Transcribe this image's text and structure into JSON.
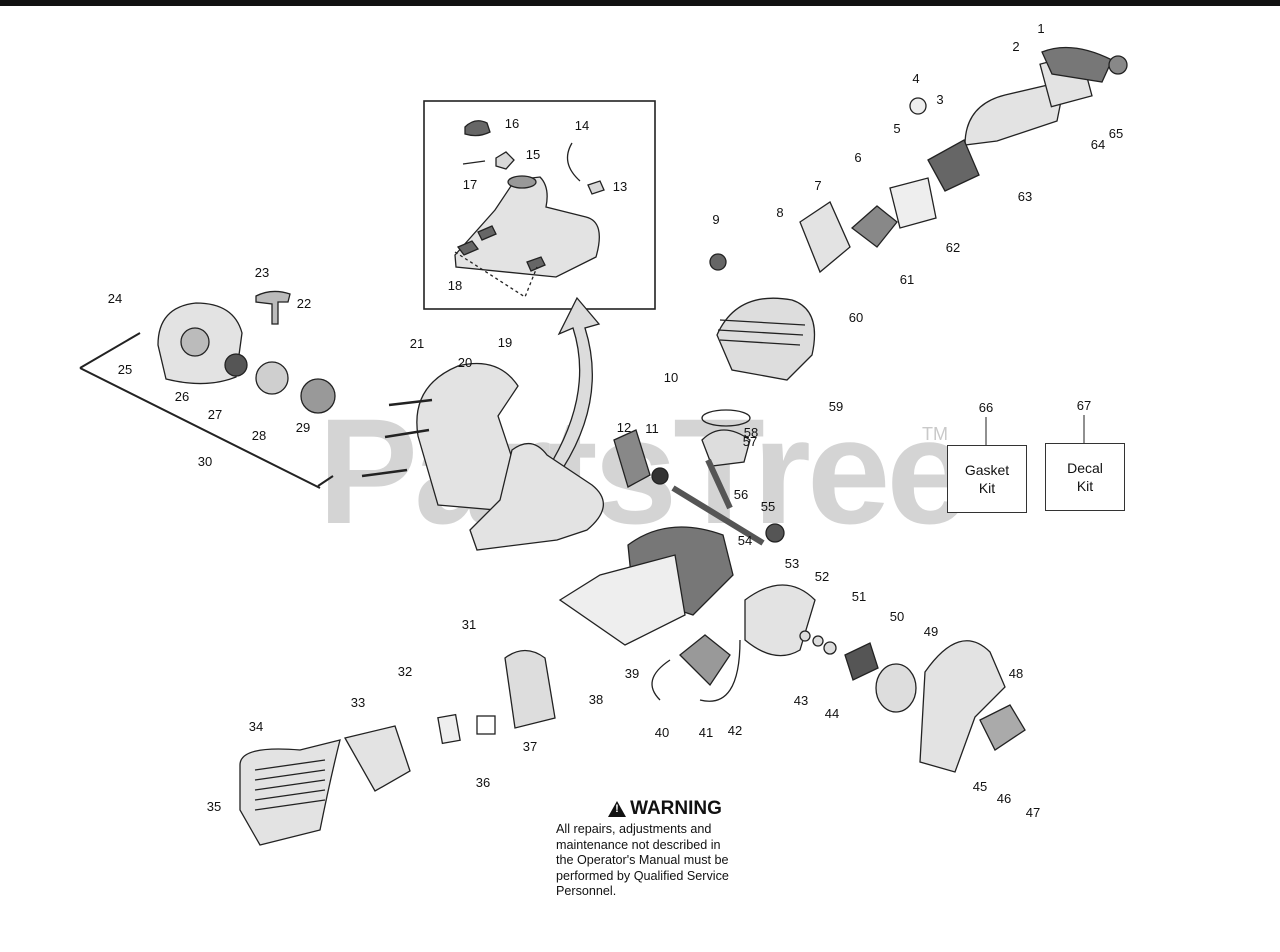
{
  "watermark": {
    "text": "PartsTree",
    "tm": "TM"
  },
  "kits": [
    {
      "number": "66",
      "label": "Gasket\nKit"
    },
    {
      "number": "67",
      "label": "Decal\nKit"
    }
  ],
  "warning": {
    "title": "WARNING",
    "body": "All repairs, adjustments and\nmaintenance not described in\nthe Operator's Manual must be\nperformed by Qualified Service\nPersonnel."
  },
  "callouts": [
    "1",
    "2",
    "3",
    "4",
    "5",
    "6",
    "7",
    "8",
    "9",
    "10",
    "11",
    "12",
    "13",
    "14",
    "15",
    "16",
    "17",
    "18",
    "19",
    "20",
    "21",
    "22",
    "23",
    "24",
    "25",
    "26",
    "27",
    "28",
    "29",
    "30",
    "31",
    "32",
    "33",
    "34",
    "35",
    "36",
    "37",
    "38",
    "39",
    "40",
    "41",
    "42",
    "43",
    "44",
    "45",
    "46",
    "47",
    "48",
    "49",
    "50",
    "51",
    "52",
    "53",
    "54",
    "55",
    "56",
    "57",
    "58",
    "59",
    "60",
    "61",
    "62",
    "63",
    "64",
    "65"
  ]
}
